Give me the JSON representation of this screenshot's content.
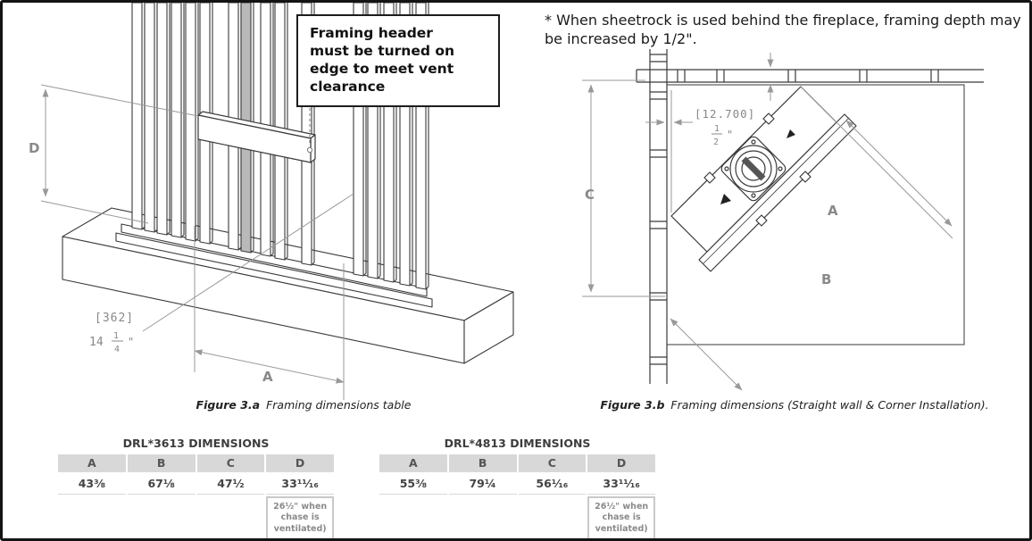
{
  "page": {
    "note": "* When sheetrock is used behind the fireplace, framing depth may be increased by 1/2\".",
    "callout": "Framing header must be turned on edge to meet vent clearance"
  },
  "colors": {
    "object_line": "#3a3a3a",
    "dimension_line": "#999999",
    "dimension_label": "#8a8a8a",
    "table_header_bg": "#d8d8d8",
    "callout_border": "#1c1c1c"
  },
  "figure_a": {
    "caption_label": "Figure 3.a",
    "caption_text": "Framing dimensions table",
    "dims": {
      "d": "D",
      "a": "A",
      "metric": "[362]",
      "whole": "14",
      "num": "1",
      "den": "4",
      "unit": "\""
    }
  },
  "figure_b": {
    "caption_label": "Figure 3.b",
    "caption_text": "Framing dimensions (Straight wall & Corner Installation).",
    "dims": {
      "a": "A",
      "b": "B",
      "c": "C",
      "metric": "[12.700]",
      "num": "1",
      "den": "2",
      "unit": "\""
    }
  },
  "tables": [
    {
      "title": "DRL*3613 DIMENSIONS",
      "headers": [
        "A",
        "B",
        "C",
        "D"
      ],
      "values": [
        "43⅜",
        "67⅛",
        "47½",
        "33¹¹⁄₁₆"
      ],
      "note": "26½\" when chase is ventilated)"
    },
    {
      "title": "DRL*4813 DIMENSIONS",
      "headers": [
        "A",
        "B",
        "C",
        "D"
      ],
      "values": [
        "55⅜",
        "79¼",
        "56¹⁄₁₆",
        "33¹¹⁄₁₆"
      ],
      "note": "26½\" when chase is ventilated)"
    }
  ]
}
